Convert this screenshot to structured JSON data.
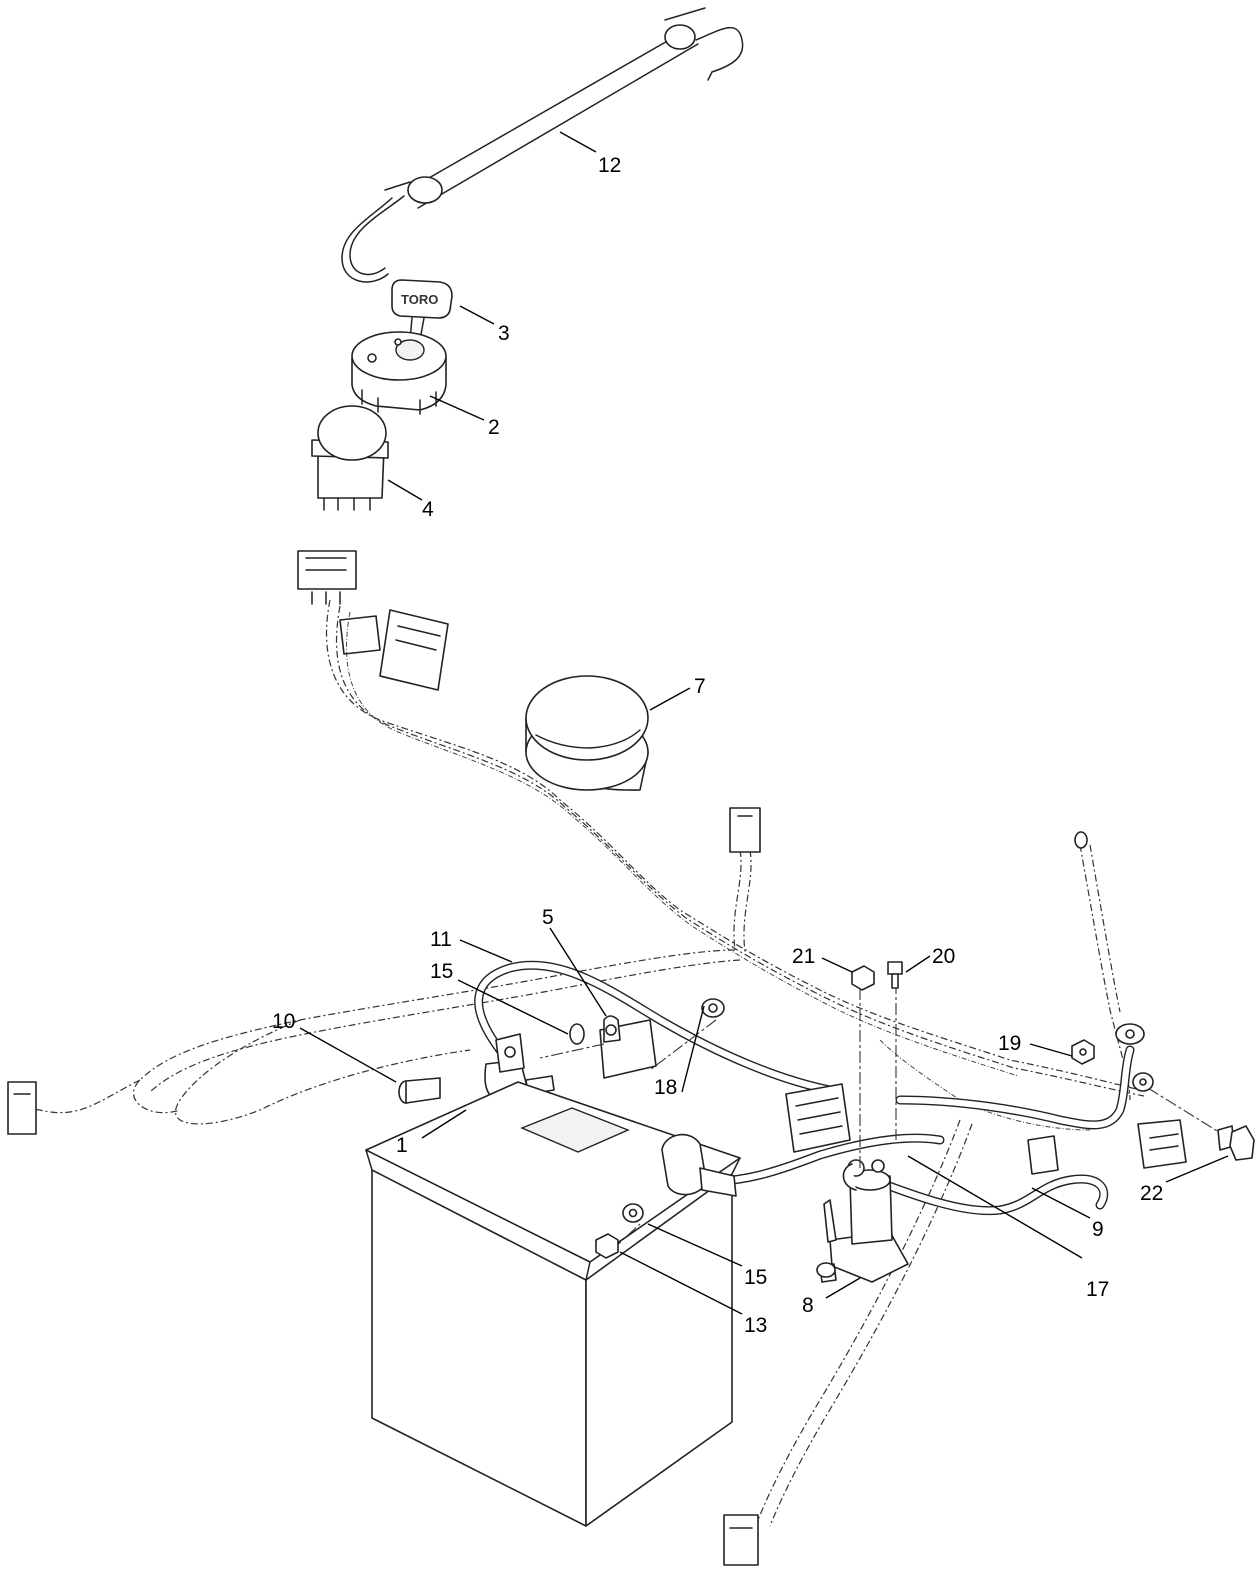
{
  "brand_text": "TORO",
  "callouts": {
    "c1": "1",
    "c2": "2",
    "c3": "3",
    "c4": "4",
    "c5": "5",
    "c7": "7",
    "c8": "8",
    "c9": "9",
    "c10": "10",
    "c11": "11",
    "c12": "12",
    "c13": "13",
    "c15a": "15",
    "c15b": "15",
    "c17": "17",
    "c18": "18",
    "c19": "19",
    "c20": "20",
    "c21": "21",
    "c22": "22"
  }
}
